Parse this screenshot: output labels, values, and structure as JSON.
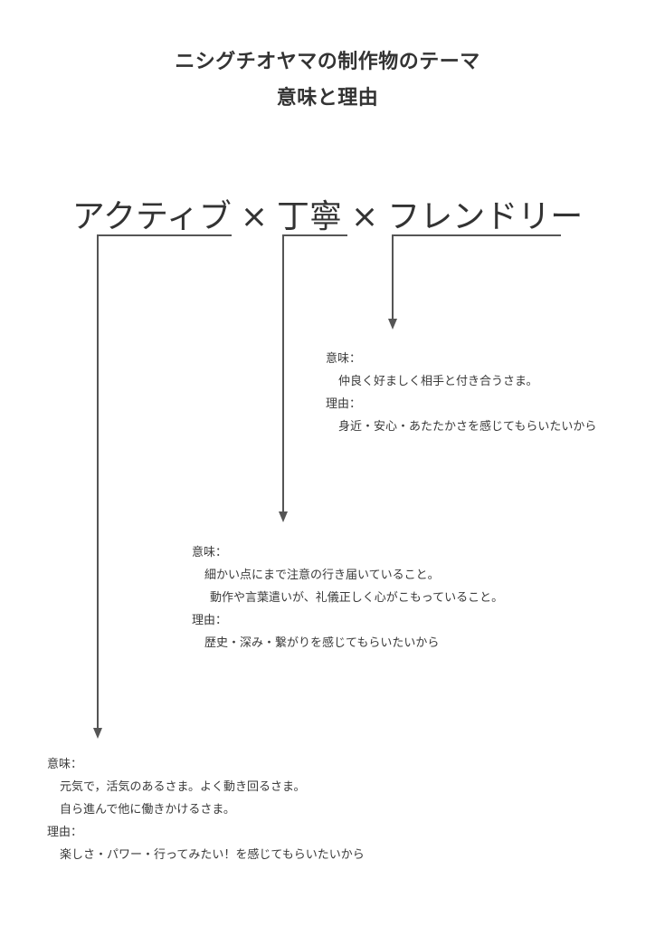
{
  "title": {
    "line1": "ニシグチオヤマの制作物のテーマ",
    "line2": "意味と理由"
  },
  "keywords": {
    "active": "アクティブ",
    "separator": "×",
    "teinei": "丁寧",
    "friendly": "フレンドリー"
  },
  "colors": {
    "text": "#3a3a3a",
    "line": "#555555"
  },
  "blocks": {
    "friendly": {
      "meaning_label": "意味：",
      "meaning": [
        "仲良く好ましく相手と付き合うさま。"
      ],
      "reason_label": "理由：",
      "reason": "身近・安心・あたたかさを感じてもらいたいから"
    },
    "teinei": {
      "meaning_label": "意味：",
      "meaning": [
        "細かい点にまで注意の行き届いていること。",
        "動作や言葉遣いが、礼儀正しく心がこもっていること。"
      ],
      "reason_label": "理由：",
      "reason": "歴史・深み・繋がりを感じてもらいたいから"
    },
    "active": {
      "meaning_label": "意味：",
      "meaning": [
        "元気で，活気のあるさま。よく動き回るさま。",
        "自ら進んで他に働きかけるさま。"
      ],
      "reason_label": "理由：",
      "reason": "楽しさ・パワー・行ってみたい！を感じてもらいたいから"
    }
  }
}
